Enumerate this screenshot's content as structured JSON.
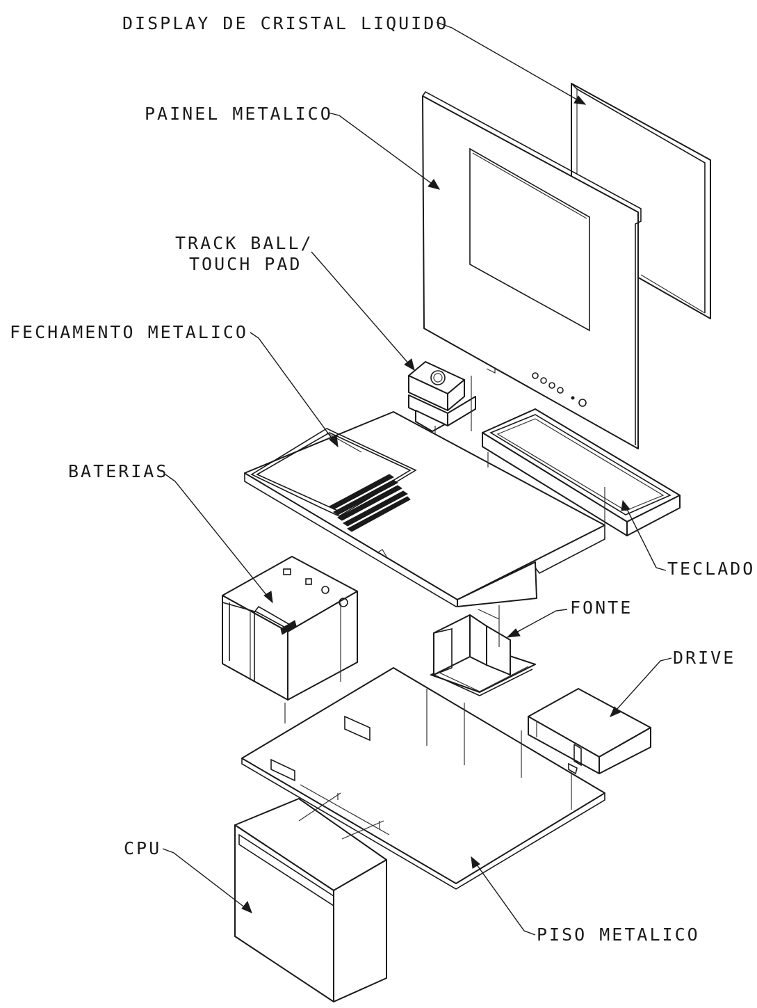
{
  "labels": {
    "display": "DISPLAY DE CRISTAL LIQUIDO",
    "painel": "PAINEL METALICO",
    "trackball_line1": "TRACK BALL/",
    "trackball_line2": "TOUCH PAD",
    "fechamento": "FECHAMENTO METALICO",
    "baterias": "BATERIAS",
    "teclado": "TECLADO",
    "fonte": "FONTE",
    "drive": "DRIVE",
    "cpu": "CPU",
    "piso": "PISO METALICO"
  },
  "colors": {
    "line": "#1a1a1a",
    "background": "#ffffff"
  }
}
